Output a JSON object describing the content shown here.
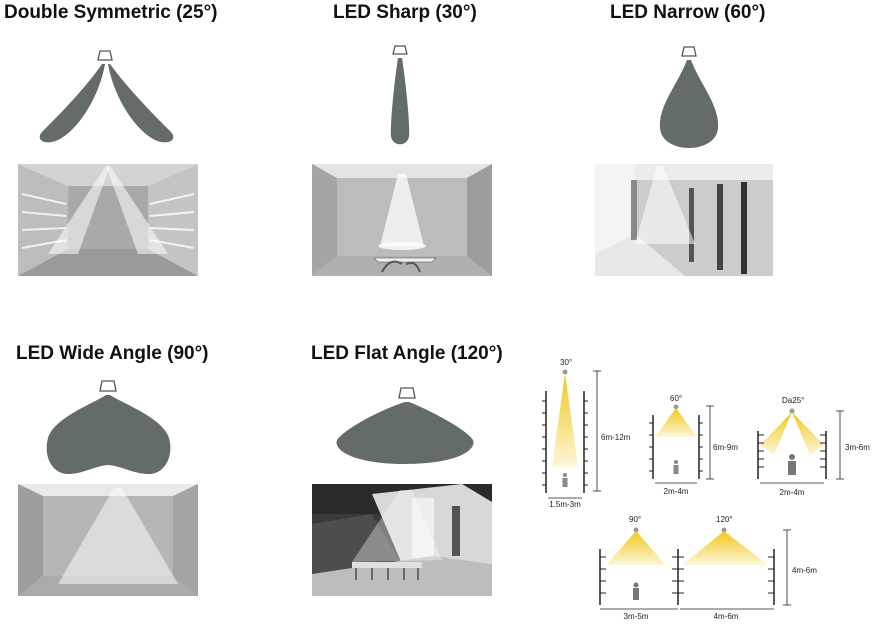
{
  "panels": [
    {
      "title": "Double Symmetric (25°)"
    },
    {
      "title": "LED Sharp (30°)"
    },
    {
      "title": "LED Narrow (60°)"
    },
    {
      "title": "LED Wide Angle (90°)"
    },
    {
      "title": "LED Flat Angle (120°)"
    }
  ],
  "diagram": {
    "d1": {
      "angle": "30°",
      "height": "6m-12m",
      "width": "1.5m-3m"
    },
    "d2": {
      "angle": "60°",
      "height": "6m-9m",
      "width": "2m-4m"
    },
    "d3": {
      "angle": "Da25°",
      "height": "3m-6m",
      "width": "2m-4m"
    },
    "d4": {
      "angle": "90°",
      "width": "3m-5m"
    },
    "d5": {
      "angle": "120°",
      "width": "4m-6m"
    },
    "shared_height": "4m-6m"
  },
  "colors": {
    "beam_gray": "#646c69",
    "light_yellow": "#f1c40f",
    "text": "#111111"
  }
}
